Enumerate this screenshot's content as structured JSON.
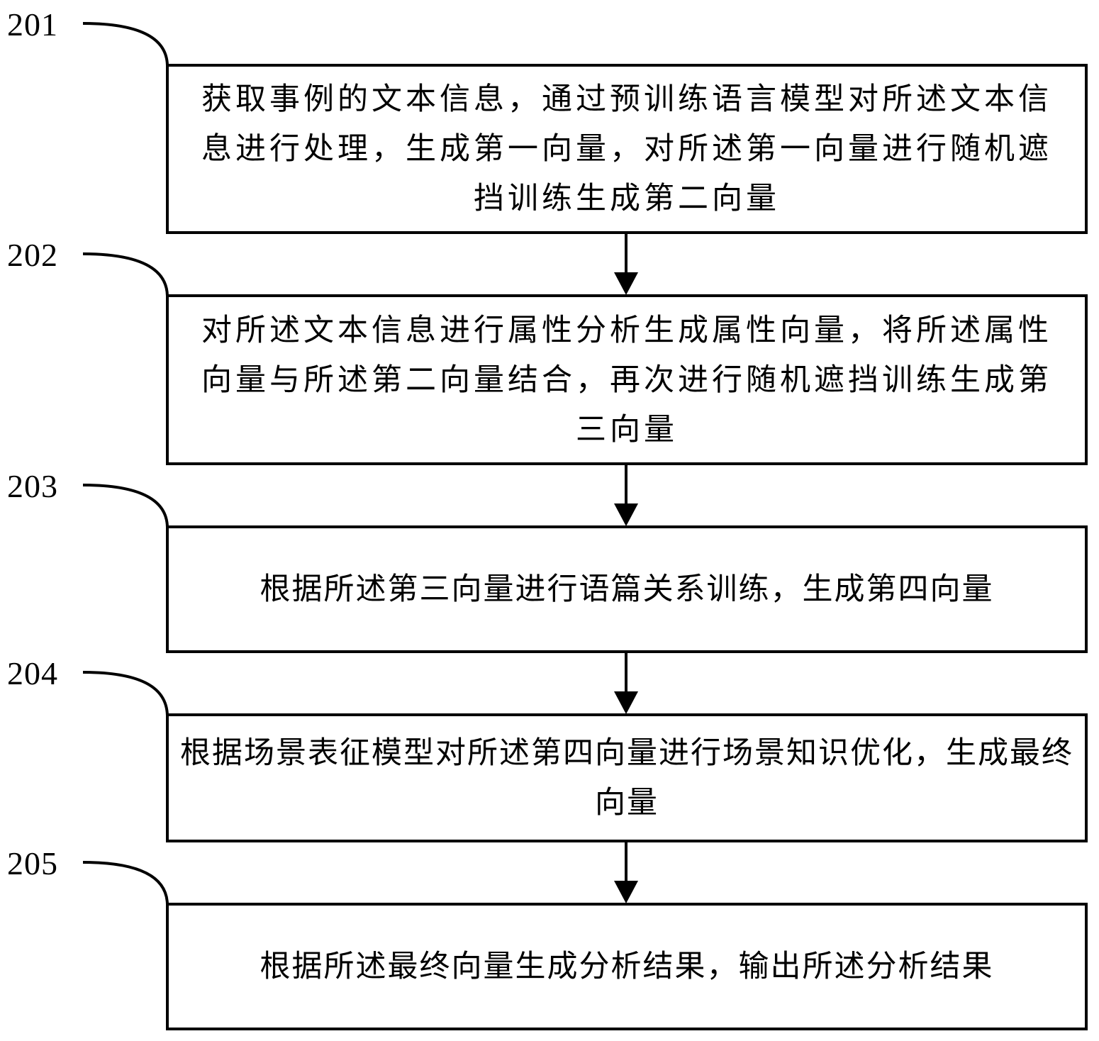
{
  "steps": [
    {
      "number": "201",
      "text": "获取事例的文本信息，通过预训练语言模型对所述文本信息进行处理，生成第一向量，对所述第一向量进行随机遮挡训练生成第二向量"
    },
    {
      "number": "202",
      "text": "对所述文本信息进行属性分析生成属性向量，将所述属性向量与所述第二向量结合，再次进行随机遮挡训练生成第三向量"
    },
    {
      "number": "203",
      "text": "根据所述第三向量进行语篇关系训练，生成第四向量"
    },
    {
      "number": "204",
      "text": "根据场景表征模型对所述第四向量进行场景知识优化，生成最终向量"
    },
    {
      "number": "205",
      "text": "根据所述最终向量生成分析结果，输出所述分析结果"
    }
  ]
}
